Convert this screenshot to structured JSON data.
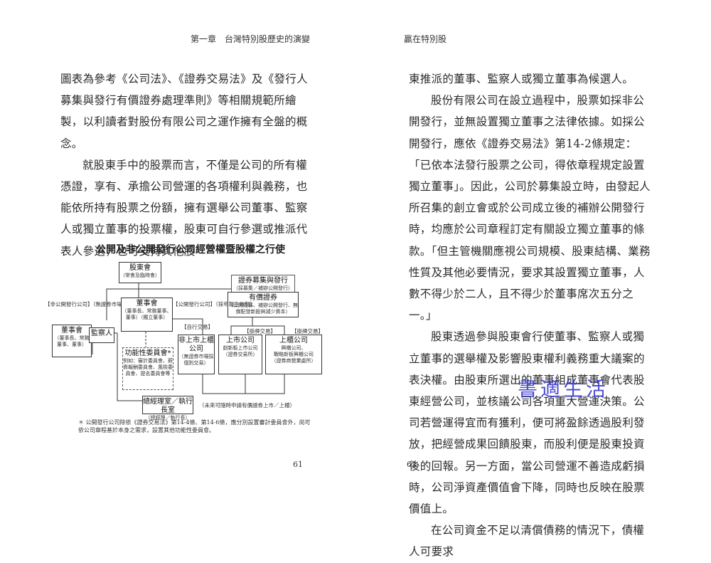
{
  "left_page": {
    "running_head": "第一章　台灣特別股歷史的演變",
    "paragraphs": [
      "圖表為參考《公司法》、《證券交易法》及《發行人募集與發行有價證券處理準則》等相關規範所繪製，以利讀者對股份有限公司之運作擁有全盤的概念。",
      "就股東手中的股票而言，不僅是公司的所有權憑證，享有、承擔公司營運的各項權利與義務，也能依所持有股票之份額，擁有選舉公司董事、監察人或獨立董事的投票權，股東可自行參選或推派代表人參選，也可支持其他股"
    ],
    "figure": {
      "title": "公開及非公開發行公司經營權暨股權之行使",
      "shareholder_meeting": {
        "title": "股東會",
        "sub": "（常會及臨時會）"
      },
      "securities_issuance": {
        "title": "證券募集與發行",
        "sub": "（採募集／補辦公開發行）"
      },
      "securities": {
        "title": "有價證券",
        "sub": "（公開招募、補辦公開發行、無償配發新股與減少資本）"
      },
      "board": {
        "title": "董事會",
        "sub": "（董事長、常務董事、董事）（獨立董事）"
      },
      "non_public_label": "【非公開發行公司】（無證券市場採個別交易）",
      "public_label": "【公開發行公司】（採申報生效制）",
      "self_trade_label": "【自行交易】",
      "exchange_label_1": "【掛牌交易】",
      "exchange_label_2": "【掛牌交易】",
      "director": {
        "title": "董事會",
        "sub": "（董事長、常務董事、董事）"
      },
      "supervisor": {
        "title": "監察人"
      },
      "committee": {
        "title": "功能性委員會*",
        "sub": "例如：審計委員會、薪資報酬委員會、風險委員會、提名委員會等"
      },
      "unlisted": {
        "title": "非上市上櫃公司",
        "sub": "（無證券市場採個別交易）"
      },
      "listed": {
        "title": "上市公司",
        "sub": "創新板上市公司（證券交易所）"
      },
      "otc": {
        "title": "上櫃公司",
        "sub2": "興櫃公司、",
        "sub3": "戰略新板興櫃公司",
        "sub": "（證券商營業處所）"
      },
      "gm": {
        "title": "總經理室／執行長室",
        "sub": "（總經理／執行長）"
      },
      "listing_label": "（未來可隨時申請有價證券上市／上櫃）",
      "note": "＊ 公開發行公司除依《證券交易法》第14-4條、第14-6條，應分別設置審計委員會外，尚可依公司章程基於本身之需求，設置其他功能性委員會。"
    },
    "folio": "61"
  },
  "right_page": {
    "running_head": "贏在特別股",
    "paragraphs": [
      "東推派的董事、監察人或獨立董事為候選人。",
      "股份有限公司在設立過程中，股票如採非公開發行，並無設置獨立董事之法律依據。如採公開發行，應依《證券交易法》第14-2條規定：「已依本法發行股票之公司，得依章程規定設置獨立董事」。因此，公司於募集設立時，由發起人所召集的創立會或於公司成立後的補辦公開發行時，均應於公司章程訂定有關設立獨立董事的條款。「但主管機關應視公司規模、股東結構、業務性質及其他必要情況，要求其設置獨立董事，人數不得少於二人，且不得少於董事席次五分之一。」",
      "股東透過參與股東會行使董事、監察人或獨立董事的選舉權及影響股東權利義務重大議案的表決權。由股東所選出的董事組成董事會代表股東經營公司，並核議公司各項重大營運決策。公司若營運得宜而有獲利，便可將盈餘透過股利發放，把經營成果回饋股東，而股利便是股東投資後的回報。另一方面，當公司營運不善造成虧損時，公司淨資產價值會下降，同時也反映在股票價值上。",
      "在公司資金不足以清償債務的情況下，債權人可要求"
    ],
    "watermark": "書適生活",
    "folio": "62"
  }
}
